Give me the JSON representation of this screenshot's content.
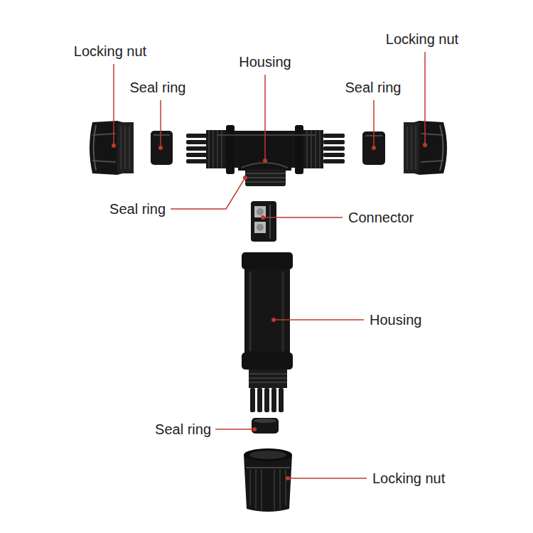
{
  "diagram": {
    "labels": [
      "Locking nut",
      "Seal ring",
      "Housing",
      "Seal ring",
      "Locking nut",
      "Seal ring",
      "Connector",
      "Housing",
      "Seal ring",
      "Locking nut"
    ]
  }
}
